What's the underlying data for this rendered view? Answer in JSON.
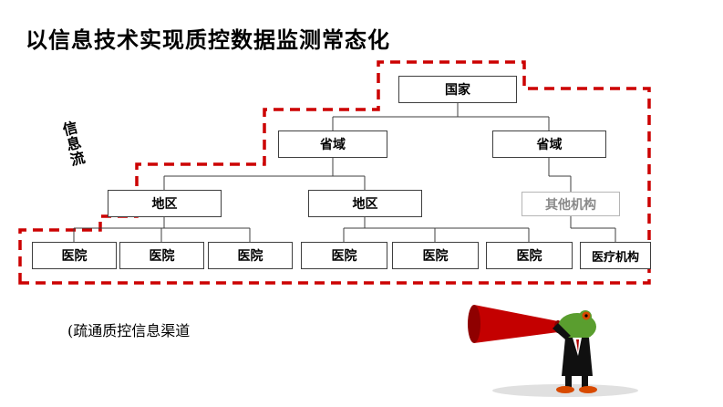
{
  "title": "以信息技术实现质控数据监测常态化",
  "info_flow_label": "信息流",
  "caption": "(疏通质控信息渠道",
  "diagram": {
    "type": "org-hierarchy",
    "levels": {
      "national": {
        "label": "国家"
      },
      "province_left": {
        "label": "省域"
      },
      "province_right": {
        "label": "省域"
      },
      "region_left": {
        "label": "地区"
      },
      "region_mid": {
        "label": "地区"
      },
      "other_org": {
        "label": "其他机构"
      },
      "hospital_1": {
        "label": "医院"
      },
      "hospital_2": {
        "label": "医院"
      },
      "hospital_3": {
        "label": "医院"
      },
      "hospital_4": {
        "label": "医院"
      },
      "hospital_5": {
        "label": "医院"
      },
      "hospital_6": {
        "label": "医院"
      },
      "medical_org": {
        "label": "医疗机构"
      }
    },
    "hierarchy": [
      {
        "label": "国家",
        "children_of": null
      },
      {
        "label": "省域",
        "children_of": "国家"
      },
      {
        "label": "地区 / 其他机构",
        "children_of": "省域"
      },
      {
        "label": "医院 / 医疗机构",
        "children_of": "地区"
      }
    ]
  },
  "colors": {
    "dashed_border": "#cc0000",
    "box_border": "#3f3f3f",
    "muted_text": "#8a8a8a",
    "megaphone_red": "#cc0000",
    "frog_green": "#5a9e2f"
  }
}
